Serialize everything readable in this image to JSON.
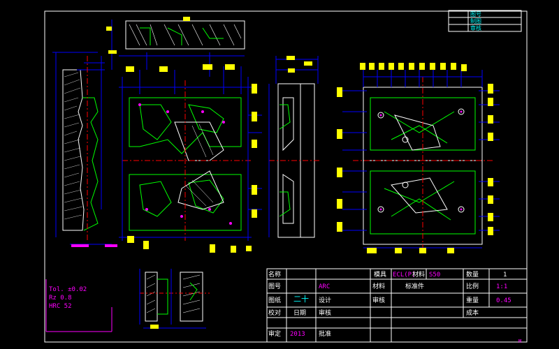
{
  "colors": {
    "background": "#000000",
    "frame": "#ffffff",
    "geometry": "#00ff00",
    "dimension": "#0000ff",
    "hatch": "#ffffff",
    "center_line": "#ff0000",
    "text_accent": "#ff00ff",
    "text_yellow": "#ffff00",
    "text_cyan": "#00ffff"
  },
  "title_block": {
    "row1": [
      "名称",
      "模具",
      "ECL(P)",
      "材料",
      "S50",
      "数量",
      "1"
    ],
    "row2": [
      "图号",
      "ARC",
      "材料",
      "标准件",
      "比例",
      "1:1"
    ],
    "row3": [
      "图纸",
      "二十",
      "设计",
      "审核",
      "重量",
      "0.45"
    ],
    "row4": [
      "校对",
      "日期",
      "审核",
      "成本"
    ],
    "row5": [
      "审定",
      "2013",
      "批准"
    ],
    "symbol_label": "二十"
  },
  "notes_box": [
    "Tol. ±0.02",
    "Rz 0.8",
    "HRC 52"
  ],
  "top_right_box": [
    "图号",
    "制图",
    "审核"
  ],
  "corner_mark": "M"
}
